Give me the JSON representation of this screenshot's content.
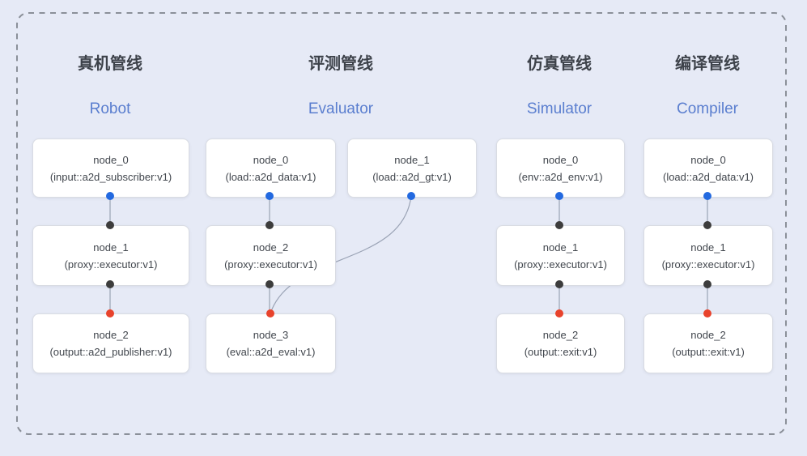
{
  "diagram": {
    "type": "pipeline-node-graph",
    "container": "dashed rounded rectangle"
  },
  "colors": {
    "background": "#e6eaf6",
    "node_fill": "#ffffff",
    "node_border": "#d9dce3",
    "node_text": "#41464d",
    "title_zh": "#3d424a",
    "title_en": "#5a7ecf",
    "edge": "#9aa3b5",
    "dashed_border": "#8b9099",
    "port_blue": "#2269e0",
    "port_black": "#3d3d3d",
    "port_red": "#e8432c"
  },
  "pipelines": [
    {
      "title_zh": "真机管线",
      "title_en": "Robot",
      "nodes": [
        {
          "name": "node_0",
          "type": "(input::a2d_subscriber:v1)"
        },
        {
          "name": "node_1",
          "type": "(proxy::executor:v1)"
        },
        {
          "name": "node_2",
          "type": "(output::a2d_publisher:v1)"
        }
      ]
    },
    {
      "title_zh": "评测管线",
      "title_en": "Evaluator",
      "nodes": [
        {
          "name": "node_0",
          "type": "(load::a2d_data:v1)"
        },
        {
          "name": "node_1",
          "type": "(load::a2d_gt:v1)"
        },
        {
          "name": "node_2",
          "type": "(proxy::executor:v1)"
        },
        {
          "name": "node_3",
          "type": "(eval::a2d_eval:v1)"
        }
      ]
    },
    {
      "title_zh": "仿真管线",
      "title_en": "Simulator",
      "nodes": [
        {
          "name": "node_0",
          "type": "(env::a2d_env:v1)"
        },
        {
          "name": "node_1",
          "type": "(proxy::executor:v1)"
        },
        {
          "name": "node_2",
          "type": "(output::exit:v1)"
        }
      ]
    },
    {
      "title_zh": "编译管线",
      "title_en": "Compiler",
      "nodes": [
        {
          "name": "node_0",
          "type": "(load::a2d_data:v1)"
        },
        {
          "name": "node_1",
          "type": "(proxy::executor:v1)"
        },
        {
          "name": "node_2",
          "type": "(output::exit:v1)"
        }
      ]
    }
  ]
}
